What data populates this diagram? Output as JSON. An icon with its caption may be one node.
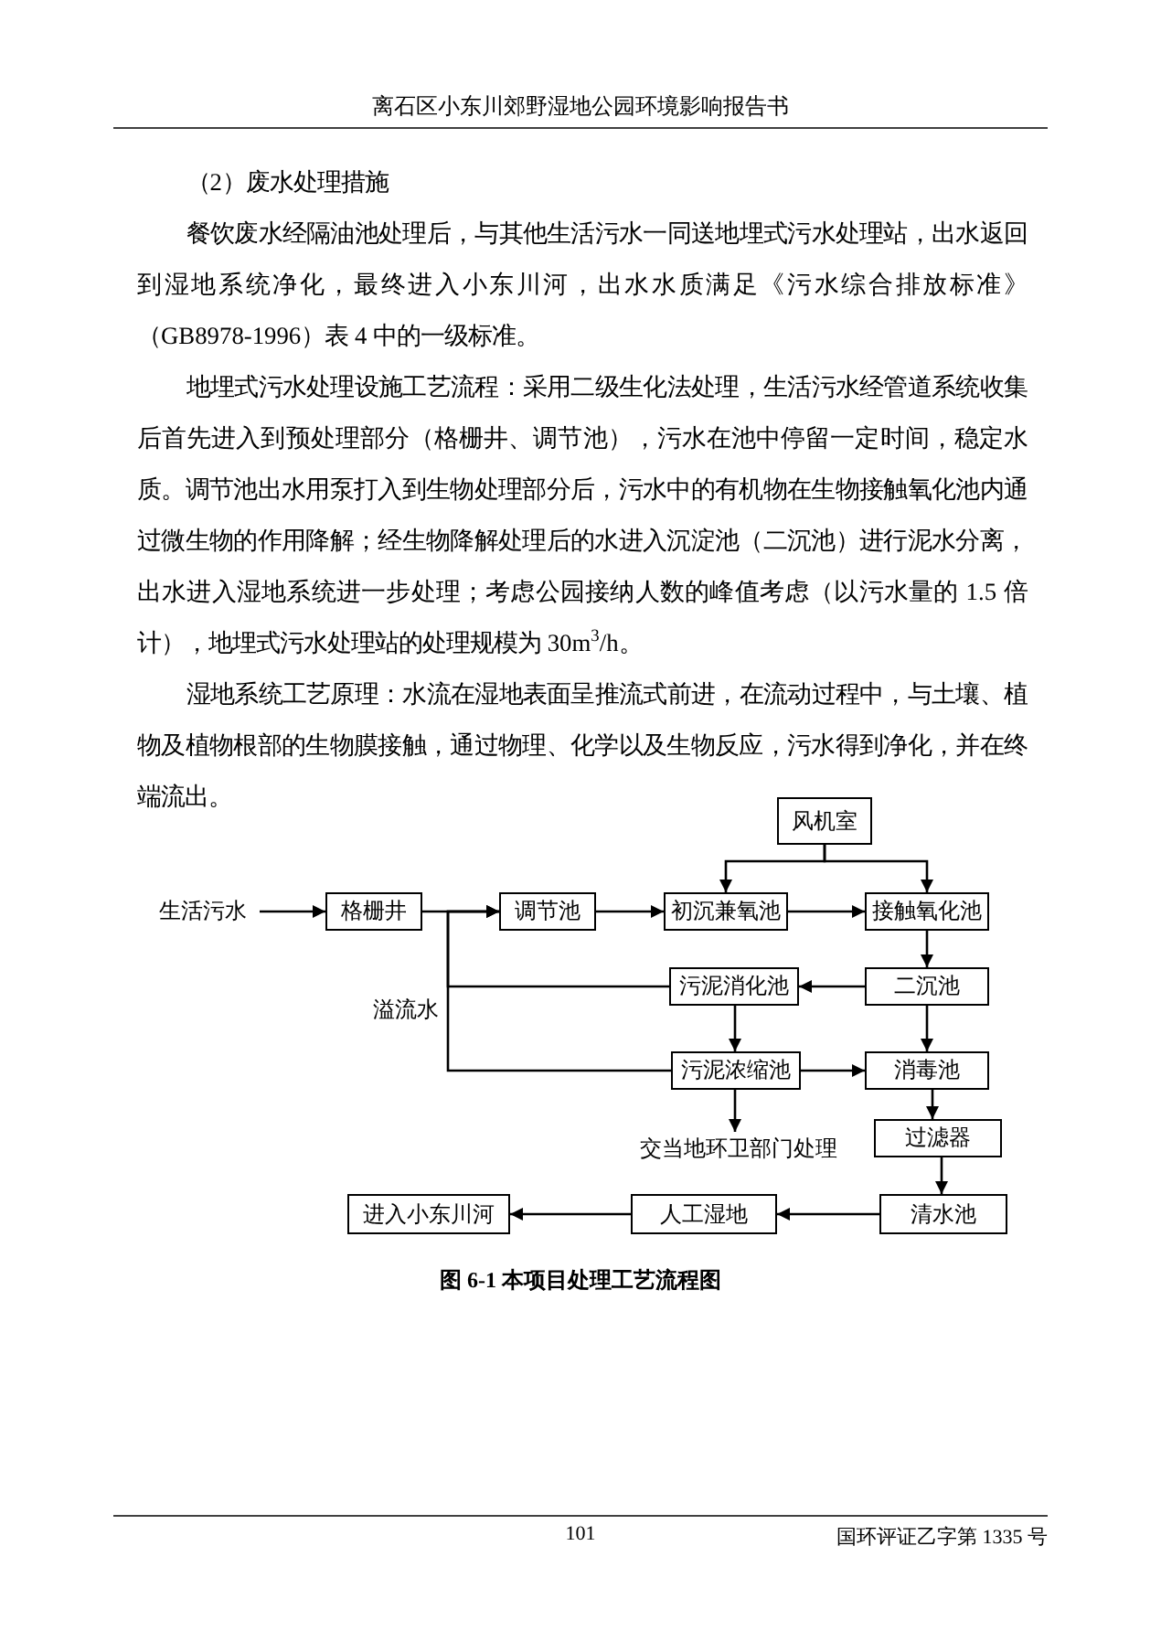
{
  "diagram": {
    "caption": "图 6-1  本项目处理工艺流程图",
    "nodes": [
      {
        "text": [
          "生活污水"
        ]
      },
      {
        "text": [
          "格栅井"
        ]
      },
      {
        "text": [
          "调节池"
        ]
      },
      {
        "text": [
          "风机室"
        ]
      },
      {
        "text": [
          "初沉兼氧池"
        ]
      },
      {
        "text": [
          "接触氧化池"
        ]
      },
      {
        "text": [
          "二沉池"
        ]
      },
      {
        "text": [
          "污泥消化池"
        ]
      },
      {
        "text": [
          "污泥浓缩池"
        ]
      },
      {
        "text": [
          "消毒池"
        ]
      },
      {
        "text": [
          "交当地环卫部门处理"
        ]
      },
      {
        "text": [
          "过滤器"
        ]
      },
      {
        "text": [
          "清水池"
        ]
      },
      {
        "text": [
          "人工湿地"
        ]
      },
      {
        "text": [
          "进入小东川河"
        ]
      }
    ],
    "edges": [
      {
        "from": 0,
        "to": 1,
        "arrow": "to"
      },
      {
        "from": 1,
        "to": 2,
        "arrow": "to"
      },
      {
        "from": 2,
        "to": 4,
        "arrow": "to"
      },
      {
        "from": 3,
        "to": 4,
        "arrow": "to"
      },
      {
        "from": 3,
        "to": 5,
        "arrow": "to"
      },
      {
        "from": 4,
        "to": 5,
        "arrow": "to"
      },
      {
        "from": 5,
        "to": 6,
        "arrow": "to"
      },
      {
        "from": 6,
        "to": 7,
        "arrow": "to"
      },
      {
        "from": 7,
        "to": 2,
        "arrow": "to",
        "label": "溢流水"
      },
      {
        "from": 8,
        "to": 2,
        "arrow": "to"
      },
      {
        "from": 7,
        "to": 8,
        "arrow": "to"
      },
      {
        "from": 6,
        "to": 9,
        "arrow": "to"
      },
      {
        "from": 8,
        "to": 9,
        "arrow": "to"
      },
      {
        "from": 8,
        "to": 10,
        "arrow": "to"
      },
      {
        "from": 9,
        "to": 11,
        "arrow": "to"
      },
      {
        "from": 11,
        "to": 12,
        "arrow": "to"
      },
      {
        "from": 12,
        "to": 13,
        "arrow": "to"
      },
      {
        "from": 13,
        "to": 14,
        "arrow": "to"
      }
    ],
    "labels": [
      "离石区小东川郊野湿地公园环境影响报告书",
      "（2）废水处理措施",
      "餐饮废水经隔油池处理后，与其他生活污水一同送地埋式污水处理站，出水返回到湿地系统净化，最终进入小东川河，出水水质满足《污水综合排放标准》（GB8978-1996）表 4 中的一级标准。",
      "地埋式污水处理设施工艺流程：采用二级生化法处理，生活污水经管道系统收集后首先进入到预处理部分（格栅井、调节池），污水在池中停留一定时间，稳定水质。调节池出水用泵打入到生物处理部分后，污水中的有机物在生物接触氧化池内通过微生物的作用降解；经生物降解处理后的水进入沉淀池（二沉池）进行泥水分离，出水进入湿地系统进一步处理；考虑公园接纳人数的峰值考虑（以污水量的 1.5 倍计），地埋式污水处理站的处理规模为 30m$^{3}$/h。",
      "湿地系统工艺原理：水流在湿地表面呈推流式前进，在流动过程中，与土壤、植物及植物根部的生物膜接触，通过物理、化学以及生物反应，污水得到净化，并在终端流出。",
      "101",
      "国环评证乙字第 1335 号"
    ]
  }
}
